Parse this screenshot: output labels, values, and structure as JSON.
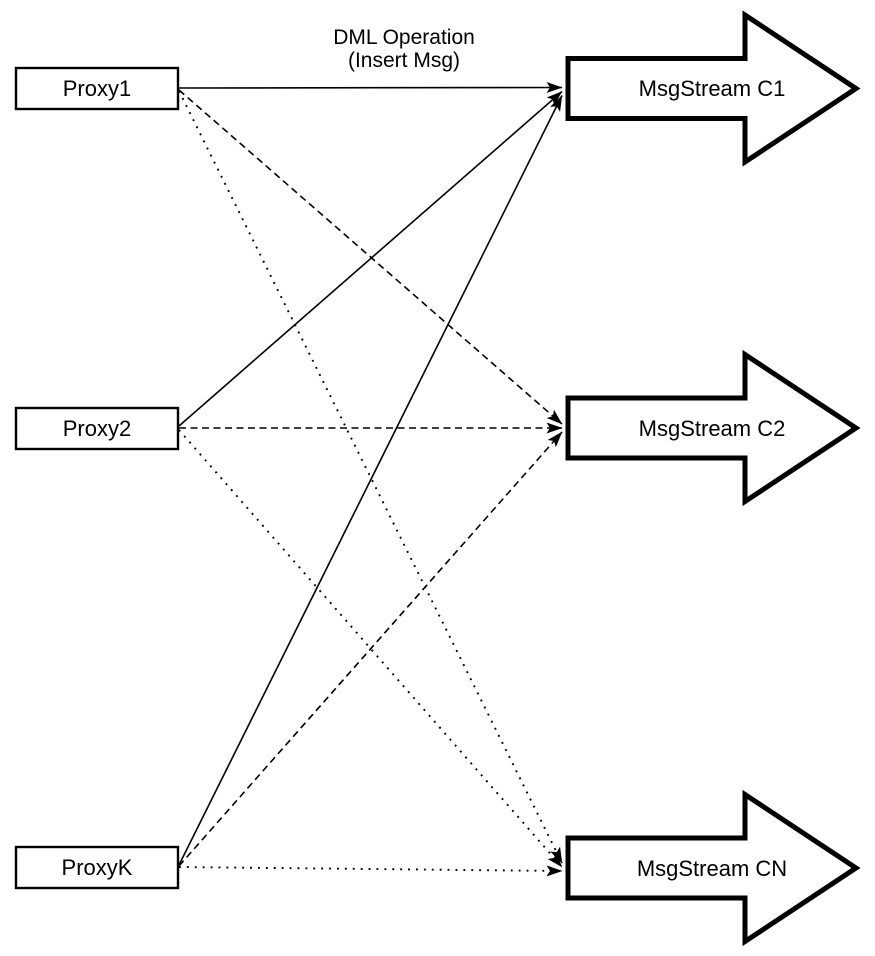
{
  "diagram": {
    "title": {
      "line1": "DML Operation",
      "line2": "(Insert Msg)"
    },
    "proxies": [
      {
        "label": "Proxy1"
      },
      {
        "label": "Proxy2"
      },
      {
        "label": "ProxyK"
      }
    ],
    "streams": [
      {
        "label": "MsgStream C1"
      },
      {
        "label": "MsgStream C2"
      },
      {
        "label": "MsgStream CN"
      }
    ],
    "edges": [
      {
        "from": "Proxy1",
        "to": "MsgStream C1",
        "style": "solid"
      },
      {
        "from": "Proxy1",
        "to": "MsgStream C2",
        "style": "dashed"
      },
      {
        "from": "Proxy1",
        "to": "MsgStream CN",
        "style": "dotted"
      },
      {
        "from": "Proxy2",
        "to": "MsgStream C1",
        "style": "solid"
      },
      {
        "from": "Proxy2",
        "to": "MsgStream C2",
        "style": "dashed"
      },
      {
        "from": "Proxy2",
        "to": "MsgStream CN",
        "style": "dotted"
      },
      {
        "from": "ProxyK",
        "to": "MsgStream C1",
        "style": "solid"
      },
      {
        "from": "ProxyK",
        "to": "MsgStream C2",
        "style": "dashed"
      },
      {
        "from": "ProxyK",
        "to": "MsgStream CN",
        "style": "dotted"
      }
    ],
    "colors": {
      "stroke": "#000000",
      "shape_fill": "#ffffff",
      "background": "#ffffff"
    }
  }
}
